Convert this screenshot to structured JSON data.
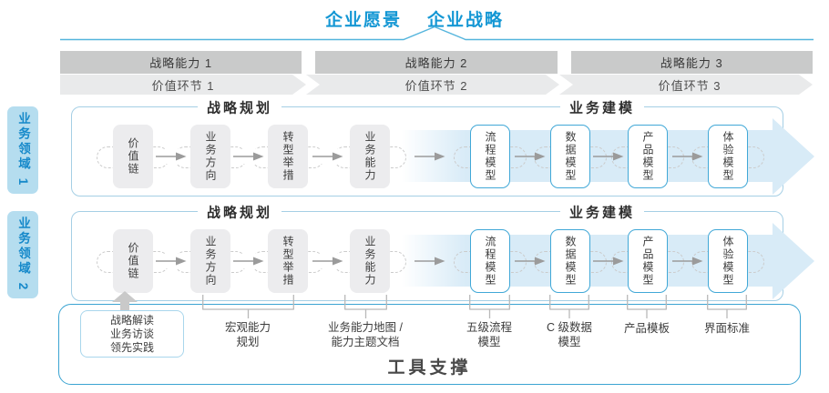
{
  "title": {
    "vision": "企业愿景",
    "strategy": "企业战略"
  },
  "capability_bands": [
    "战略能力 1",
    "战略能力 2",
    "战略能力 3"
  ],
  "value_bands": [
    "价值环节 1",
    "价值环节 2",
    "价值环节 3"
  ],
  "rows": [
    {
      "domain": "业务领域 1",
      "planning_header": "战略规划",
      "modeling_header": "业务建模",
      "boxes": [
        "价值链",
        "业务方向",
        "转型举措",
        "业务能力",
        "流程模型",
        "数据模型",
        "产品模型",
        "体验模型"
      ]
    },
    {
      "domain": "业务领域 2",
      "planning_header": "战略规划",
      "modeling_header": "业务建模",
      "boxes": [
        "价值链",
        "业务方向",
        "转型举措",
        "业务能力",
        "流程模型",
        "数据模型",
        "产品模型",
        "体验模型"
      ]
    }
  ],
  "annotations": {
    "practice_box": {
      "line1": "战略解读",
      "line2": "业务访谈",
      "line3": "领先实践"
    },
    "macro": {
      "line1": "宏观能力",
      "line2": "规划"
    },
    "capability_map": {
      "line1": "业务能力地图 /",
      "line2": "能力主题文档"
    },
    "process_model": {
      "line1": "五级流程",
      "line2": "模型"
    },
    "data_model": {
      "line1": "C 级数据",
      "line2": "模型"
    },
    "product_template": {
      "label": "产品模板"
    },
    "ui_standard": {
      "label": "界面标准"
    }
  },
  "tool_support": {
    "label": "工具支撑"
  },
  "colors": {
    "accent_blue": "#1497d4",
    "light_blue_fill": "#b5ddef",
    "flow_arrow_fill": "#d8ebf7",
    "box_border_blue": "#41a8d7",
    "container_border": "#a5cfe5",
    "band_dark_gray": "#c9caca",
    "band_light_gray": "#e9eaeb",
    "gray_box_fill": "#ececee"
  }
}
